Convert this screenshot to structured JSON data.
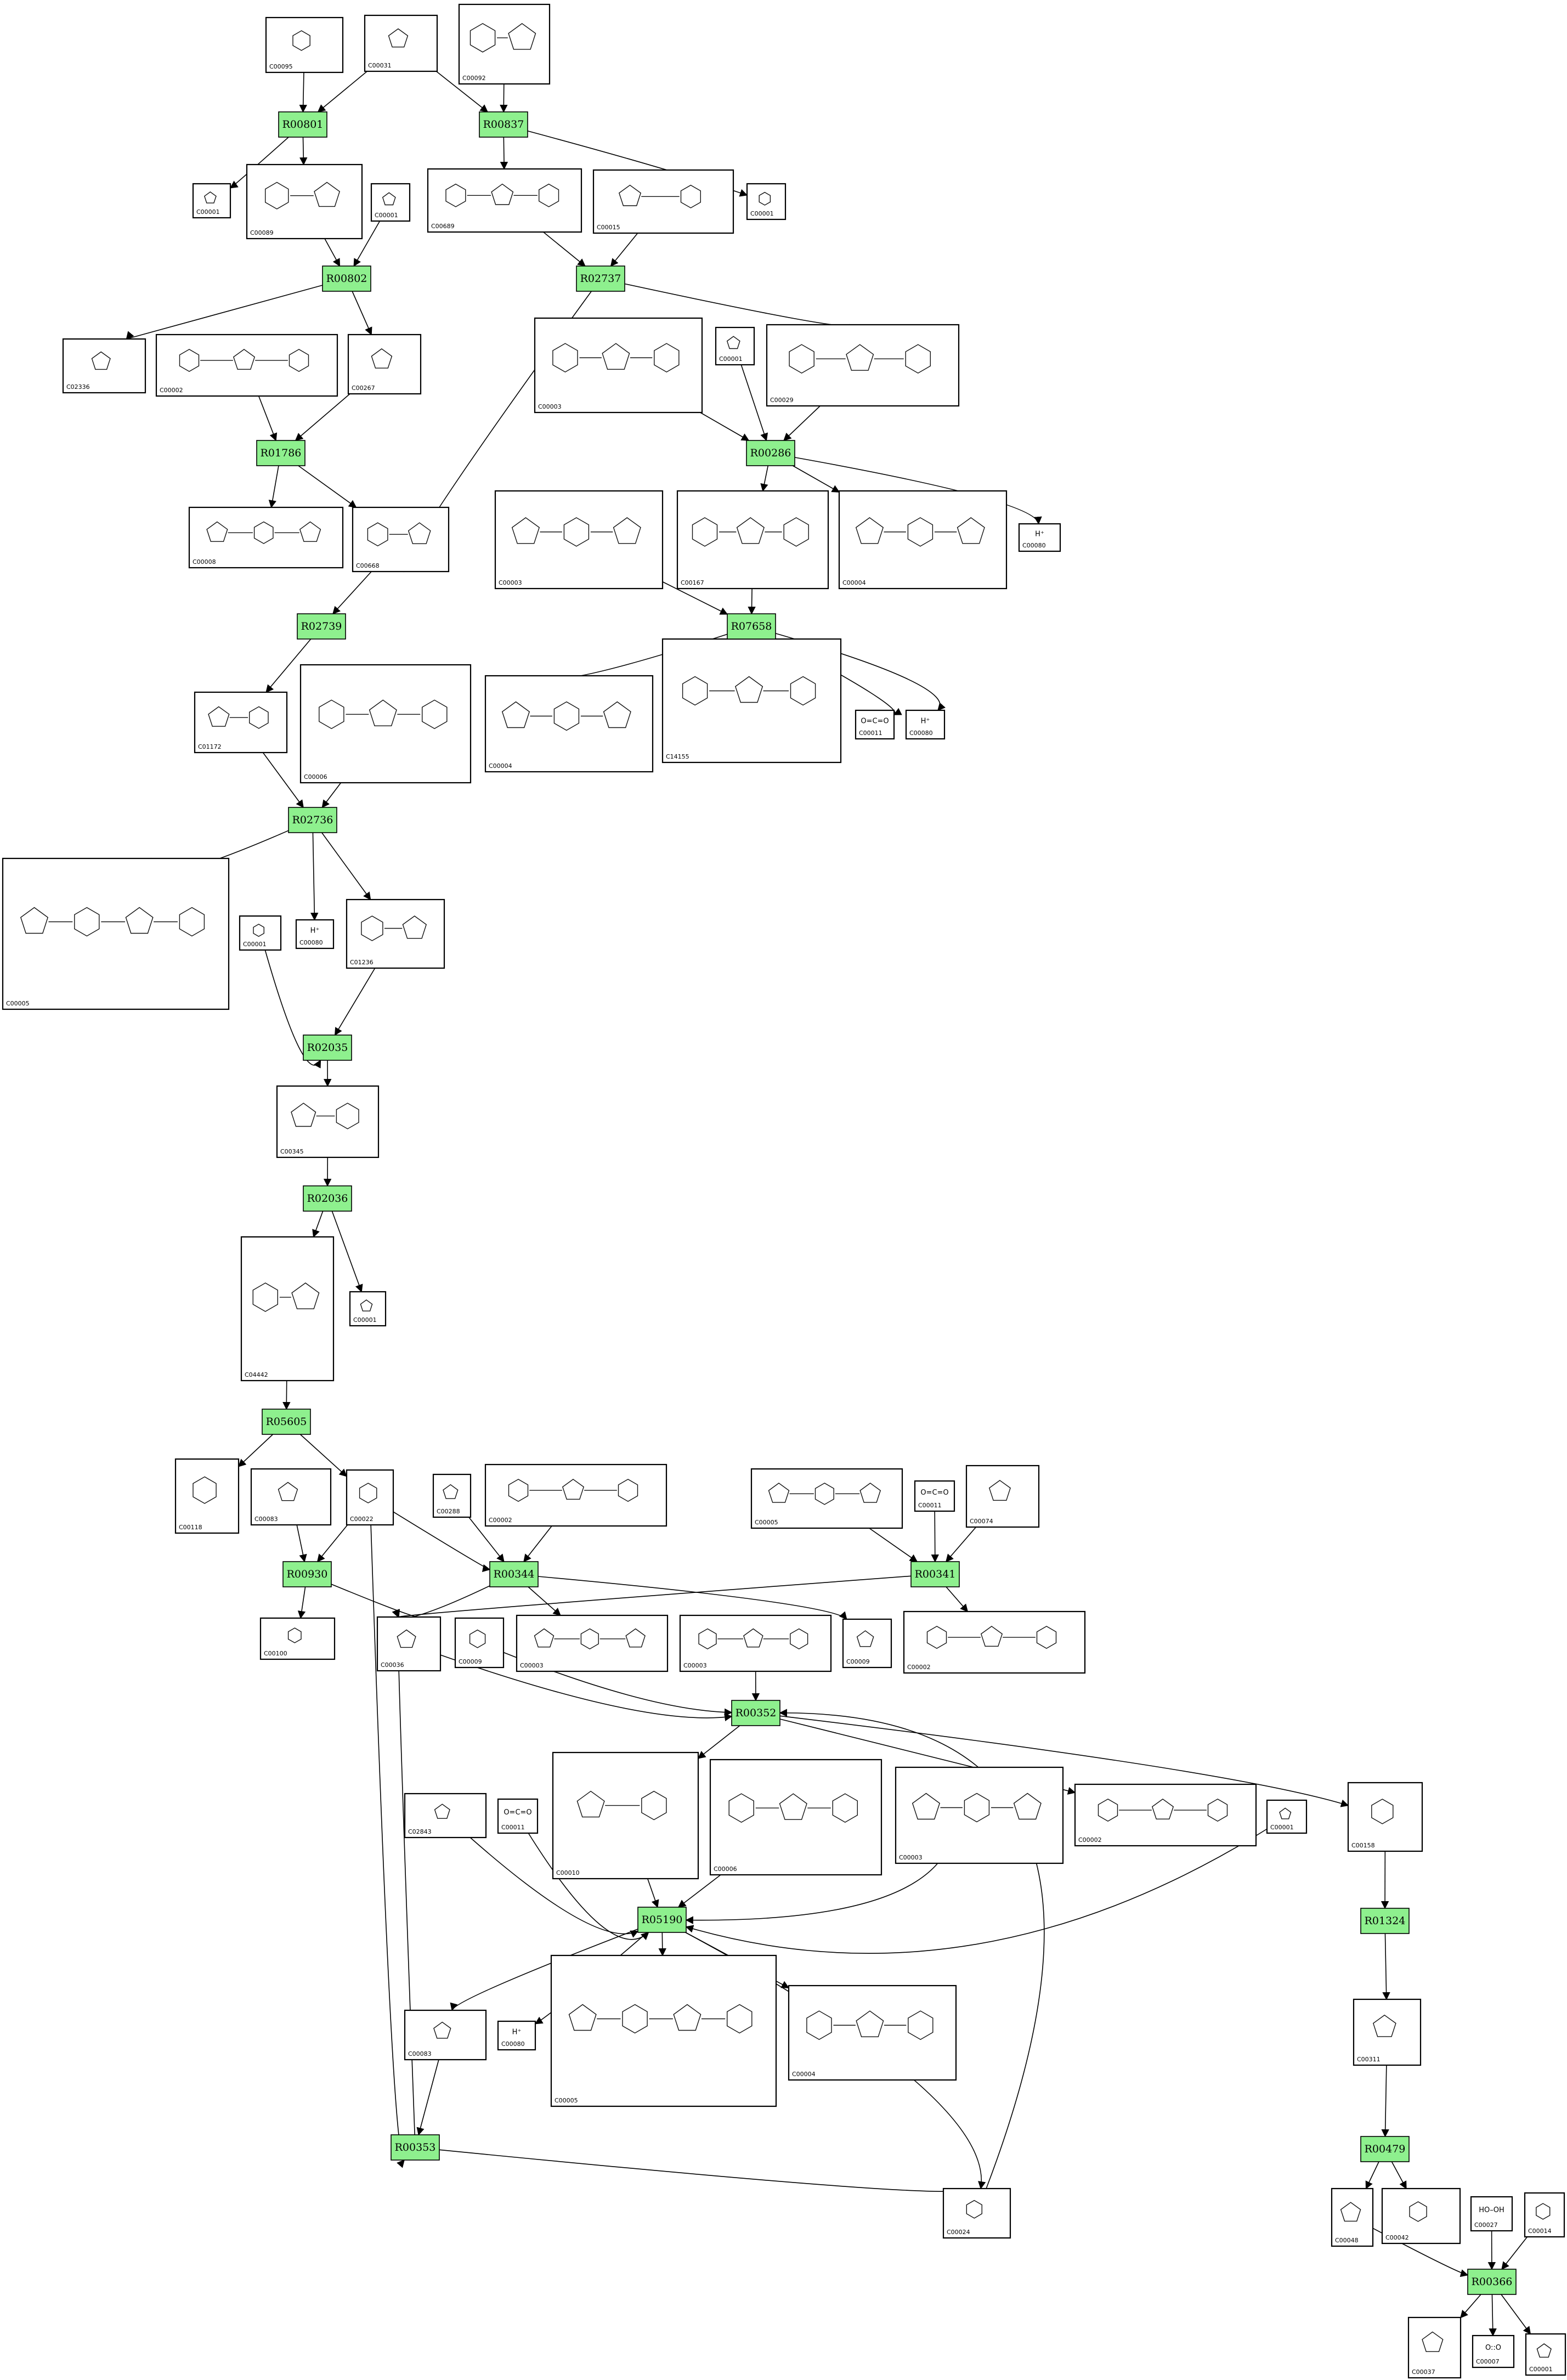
{
  "compounds": [
    {
      "key": "a1",
      "id": "C00095"
    },
    {
      "key": "a2",
      "id": "C00031"
    },
    {
      "key": "a3",
      "id": "C00092"
    },
    {
      "key": "a4",
      "id": "C00001"
    },
    {
      "key": "a5",
      "id": "C00089"
    },
    {
      "key": "a6",
      "id": "C00001"
    },
    {
      "key": "a7",
      "id": "C00689"
    },
    {
      "key": "a8",
      "id": "C00015"
    },
    {
      "key": "a9",
      "id": "C00001"
    },
    {
      "key": "b1",
      "id": "C02336"
    },
    {
      "key": "b2",
      "id": "C00002"
    },
    {
      "key": "b3",
      "id": "C00267"
    },
    {
      "key": "b4",
      "id": "C00003"
    },
    {
      "key": "b5",
      "id": "C00001"
    },
    {
      "key": "b6",
      "id": "C00029"
    },
    {
      "key": "b7",
      "id": "C00008"
    },
    {
      "key": "b8",
      "id": "C00668"
    },
    {
      "key": "b9",
      "id": "C00003"
    },
    {
      "key": "b10",
      "id": "C00167"
    },
    {
      "key": "b11",
      "id": "C00004"
    },
    {
      "key": "b12",
      "id": "C00080",
      "formula": "H⁺"
    },
    {
      "key": "c1",
      "id": "C01172"
    },
    {
      "key": "c2",
      "id": "C00006"
    },
    {
      "key": "c3",
      "id": "C00004"
    },
    {
      "key": "c4",
      "id": "C14155"
    },
    {
      "key": "c5",
      "id": "C00011",
      "formula": "O=C=O"
    },
    {
      "key": "c6",
      "id": "C00080",
      "formula": "H⁺"
    },
    {
      "key": "c7",
      "id": "C00005"
    },
    {
      "key": "c8",
      "id": "C00001"
    },
    {
      "key": "c9",
      "id": "C00080",
      "formula": "H⁺"
    },
    {
      "key": "c10",
      "id": "C01236"
    },
    {
      "key": "c11",
      "id": "C00345"
    },
    {
      "key": "c12",
      "id": "C04442"
    },
    {
      "key": "c13",
      "id": "C00001"
    },
    {
      "key": "d1",
      "id": "C00118"
    },
    {
      "key": "d2",
      "id": "C00083"
    },
    {
      "key": "d3",
      "id": "C00022"
    },
    {
      "key": "d4",
      "id": "C00288"
    },
    {
      "key": "d5",
      "id": "C00002"
    },
    {
      "key": "d6",
      "id": "C00005"
    },
    {
      "key": "d7",
      "id": "C00011",
      "formula": "O=C=O"
    },
    {
      "key": "d8",
      "id": "C00074"
    },
    {
      "key": "d9",
      "id": "C00100"
    },
    {
      "key": "d10",
      "id": "C00036"
    },
    {
      "key": "d11",
      "id": "C00009"
    },
    {
      "key": "d12",
      "id": "C00003"
    },
    {
      "key": "d13",
      "id": "C00003"
    },
    {
      "key": "d14",
      "id": "C00009"
    },
    {
      "key": "d15",
      "id": "C00002"
    },
    {
      "key": "e1",
      "id": "C02843"
    },
    {
      "key": "e2",
      "id": "C00011",
      "formula": "O=C=O"
    },
    {
      "key": "e3",
      "id": "C00010"
    },
    {
      "key": "e4",
      "id": "C00006"
    },
    {
      "key": "e5",
      "id": "C00003"
    },
    {
      "key": "e6",
      "id": "C00002"
    },
    {
      "key": "e7",
      "id": "C00001"
    },
    {
      "key": "e8",
      "id": "C00158"
    },
    {
      "key": "e9",
      "id": "C00083"
    },
    {
      "key": "e10",
      "id": "C00080",
      "formula": "H⁺"
    },
    {
      "key": "e11",
      "id": "C00005"
    },
    {
      "key": "e12",
      "id": "C00004"
    },
    {
      "key": "e13",
      "id": "C00311"
    },
    {
      "key": "f1",
      "id": "C00024"
    },
    {
      "key": "f2",
      "id": "C00048"
    },
    {
      "key": "f3",
      "id": "C00042"
    },
    {
      "key": "f4",
      "id": "C00027",
      "formula": "HO–OH"
    },
    {
      "key": "f5",
      "id": "C00014"
    },
    {
      "key": "f6",
      "id": "C00037"
    },
    {
      "key": "f7",
      "id": "C00007",
      "formula": "O::O"
    },
    {
      "key": "f8",
      "id": "C00001"
    }
  ],
  "reactions": [
    {
      "key": "R00801",
      "label": "R00801"
    },
    {
      "key": "R00837",
      "label": "R00837"
    },
    {
      "key": "R00802",
      "label": "R00802"
    },
    {
      "key": "R02737",
      "label": "R02737"
    },
    {
      "key": "R01786",
      "label": "R01786"
    },
    {
      "key": "R00286",
      "label": "R00286"
    },
    {
      "key": "R07658",
      "label": "R07658"
    },
    {
      "key": "R02739",
      "label": "R02739"
    },
    {
      "key": "R02736",
      "label": "R02736"
    },
    {
      "key": "R02035",
      "label": "R02035"
    },
    {
      "key": "R02036",
      "label": "R02036"
    },
    {
      "key": "R05605",
      "label": "R05605"
    },
    {
      "key": "R00930",
      "label": "R00930"
    },
    {
      "key": "R00344",
      "label": "R00344"
    },
    {
      "key": "R00341",
      "label": "R00341"
    },
    {
      "key": "R00352",
      "label": "R00352"
    },
    {
      "key": "R01324",
      "label": "R01324"
    },
    {
      "key": "R05190",
      "label": "R05190"
    },
    {
      "key": "R00479",
      "label": "R00479"
    },
    {
      "key": "R00353",
      "label": "R00353"
    },
    {
      "key": "R00366",
      "label": "R00366"
    }
  ]
}
